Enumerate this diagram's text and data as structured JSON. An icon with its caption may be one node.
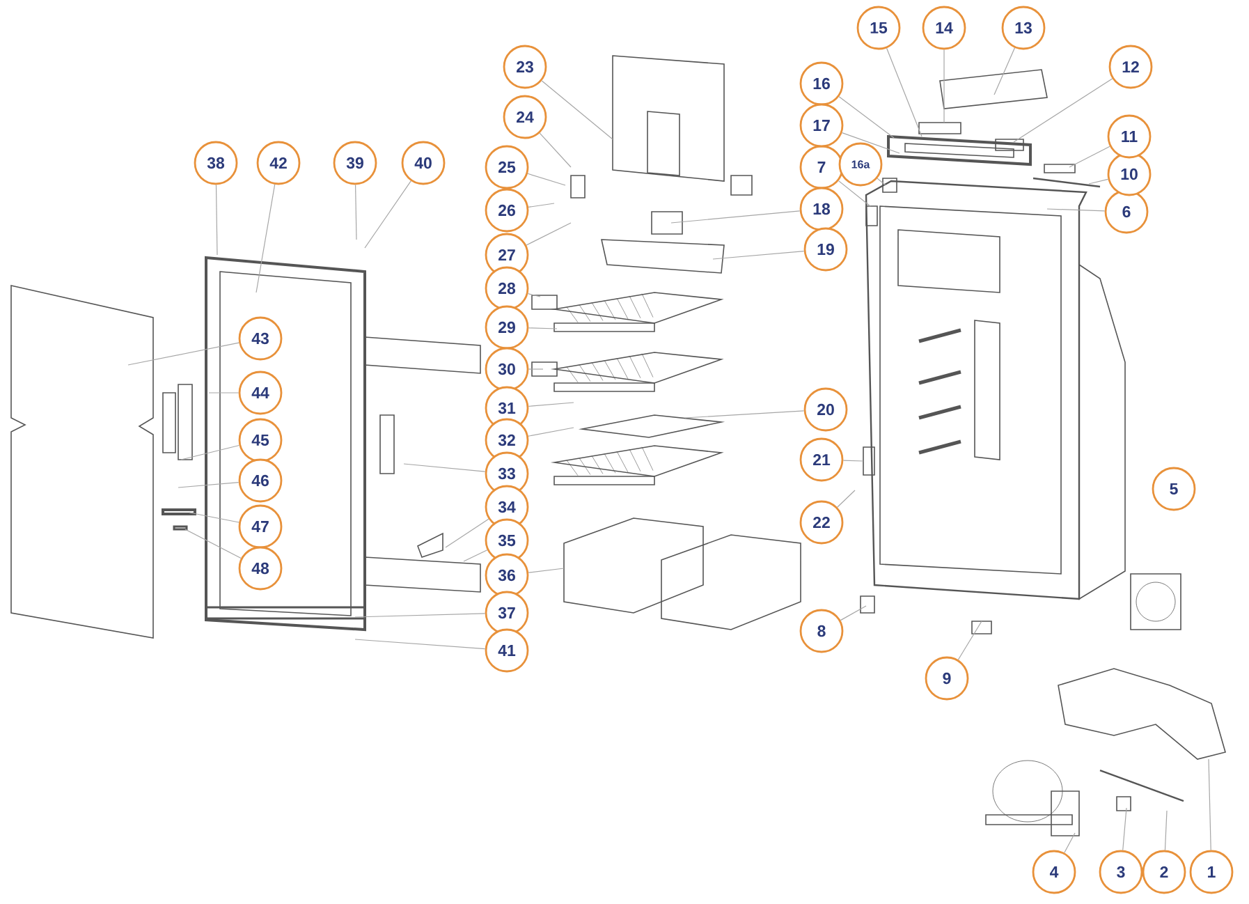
{
  "diagram": {
    "nodes": [
      {
        "text": [
          "1"
        ]
      },
      {
        "text": [
          "2"
        ]
      },
      {
        "text": [
          "3"
        ]
      },
      {
        "text": [
          "4"
        ]
      },
      {
        "text": [
          "5"
        ]
      },
      {
        "text": [
          "6"
        ]
      },
      {
        "text": [
          "7"
        ]
      },
      {
        "text": [
          "8"
        ]
      },
      {
        "text": [
          "9"
        ]
      },
      {
        "text": [
          "10"
        ]
      },
      {
        "text": [
          "11"
        ]
      },
      {
        "text": [
          "12"
        ]
      },
      {
        "text": [
          "13"
        ]
      },
      {
        "text": [
          "14"
        ]
      },
      {
        "text": [
          "15"
        ]
      },
      {
        "text": [
          "16"
        ]
      },
      {
        "text": [
          "16a"
        ]
      },
      {
        "text": [
          "17"
        ]
      },
      {
        "text": [
          "18"
        ]
      },
      {
        "text": [
          "19"
        ]
      },
      {
        "text": [
          "20"
        ]
      },
      {
        "text": [
          "21"
        ]
      },
      {
        "text": [
          "22"
        ]
      },
      {
        "text": [
          "23"
        ]
      },
      {
        "text": [
          "24"
        ]
      },
      {
        "text": [
          "25"
        ]
      },
      {
        "text": [
          "26"
        ]
      },
      {
        "text": [
          "27"
        ]
      },
      {
        "text": [
          "28"
        ]
      },
      {
        "text": [
          "29"
        ]
      },
      {
        "text": [
          "30"
        ]
      },
      {
        "text": [
          "31"
        ]
      },
      {
        "text": [
          "32"
        ]
      },
      {
        "text": [
          "33"
        ]
      },
      {
        "text": [
          "34"
        ]
      },
      {
        "text": [
          "35"
        ]
      },
      {
        "text": [
          "36"
        ]
      },
      {
        "text": [
          "37"
        ]
      },
      {
        "text": [
          "38"
        ]
      },
      {
        "text": [
          "39"
        ]
      },
      {
        "text": [
          "40"
        ]
      },
      {
        "text": [
          "41"
        ]
      },
      {
        "text": [
          "42"
        ]
      },
      {
        "text": [
          "43"
        ]
      },
      {
        "text": [
          "44"
        ]
      },
      {
        "text": [
          "45"
        ]
      },
      {
        "text": [
          "46"
        ]
      },
      {
        "text": [
          "47"
        ]
      },
      {
        "text": [
          "48"
        ]
      }
    ],
    "edges": [
      {
        "from": 0,
        "to": null,
        "arrow": "none"
      },
      {
        "from": 1,
        "to": null,
        "arrow": "none"
      },
      {
        "from": 2,
        "to": null,
        "arrow": "none"
      },
      {
        "from": 3,
        "to": null,
        "arrow": "none"
      },
      {
        "from": 5,
        "to": null,
        "arrow": "none"
      },
      {
        "from": 6,
        "to": null,
        "arrow": "none"
      },
      {
        "from": 7,
        "to": null,
        "arrow": "none"
      },
      {
        "from": 8,
        "to": null,
        "arrow": "none"
      },
      {
        "from": 9,
        "to": null,
        "arrow": "none"
      },
      {
        "from": 10,
        "to": null,
        "arrow": "none"
      },
      {
        "from": 11,
        "to": null,
        "arrow": "none"
      },
      {
        "from": 12,
        "to": null,
        "arrow": "none"
      },
      {
        "from": 13,
        "to": null,
        "arrow": "none"
      },
      {
        "from": 14,
        "to": null,
        "arrow": "none"
      },
      {
        "from": 15,
        "to": null,
        "arrow": "none"
      },
      {
        "from": 16,
        "to": null,
        "arrow": "none"
      },
      {
        "from": 17,
        "to": null,
        "arrow": "none"
      },
      {
        "from": 18,
        "to": null,
        "arrow": "none"
      },
      {
        "from": 19,
        "to": null,
        "arrow": "none"
      },
      {
        "from": 20,
        "to": null,
        "arrow": "none"
      },
      {
        "from": 21,
        "to": null,
        "arrow": "none"
      },
      {
        "from": 22,
        "to": null,
        "arrow": "none"
      },
      {
        "from": 23,
        "to": null,
        "arrow": "none"
      },
      {
        "from": 24,
        "to": null,
        "arrow": "none"
      },
      {
        "from": 25,
        "to": null,
        "arrow": "none"
      },
      {
        "from": 26,
        "to": null,
        "arrow": "none"
      },
      {
        "from": 27,
        "to": null,
        "arrow": "none"
      },
      {
        "from": 28,
        "to": null,
        "arrow": "none"
      },
      {
        "from": 29,
        "to": null,
        "arrow": "none"
      },
      {
        "from": 30,
        "to": null,
        "arrow": "none"
      },
      {
        "from": 31,
        "to": null,
        "arrow": "none"
      },
      {
        "from": 32,
        "to": null,
        "arrow": "none"
      },
      {
        "from": 33,
        "to": null,
        "arrow": "none"
      },
      {
        "from": 34,
        "to": null,
        "arrow": "none"
      },
      {
        "from": 35,
        "to": null,
        "arrow": "none"
      },
      {
        "from": 36,
        "to": null,
        "arrow": "none"
      },
      {
        "from": 37,
        "to": null,
        "arrow": "none"
      },
      {
        "from": 38,
        "to": null,
        "arrow": "none"
      },
      {
        "from": 39,
        "to": null,
        "arrow": "none"
      },
      {
        "from": 40,
        "to": null,
        "arrow": "none"
      },
      {
        "from": 41,
        "to": null,
        "arrow": "none"
      },
      {
        "from": 42,
        "to": null,
        "arrow": "none"
      },
      {
        "from": 43,
        "to": null,
        "arrow": "none"
      },
      {
        "from": 44,
        "to": null,
        "arrow": "none"
      },
      {
        "from": 45,
        "to": null,
        "arrow": "none"
      },
      {
        "from": 46,
        "to": null,
        "arrow": "none"
      },
      {
        "from": 47,
        "to": null,
        "arrow": "none"
      },
      {
        "from": 48,
        "to": null,
        "arrow": "none"
      }
    ]
  }
}
